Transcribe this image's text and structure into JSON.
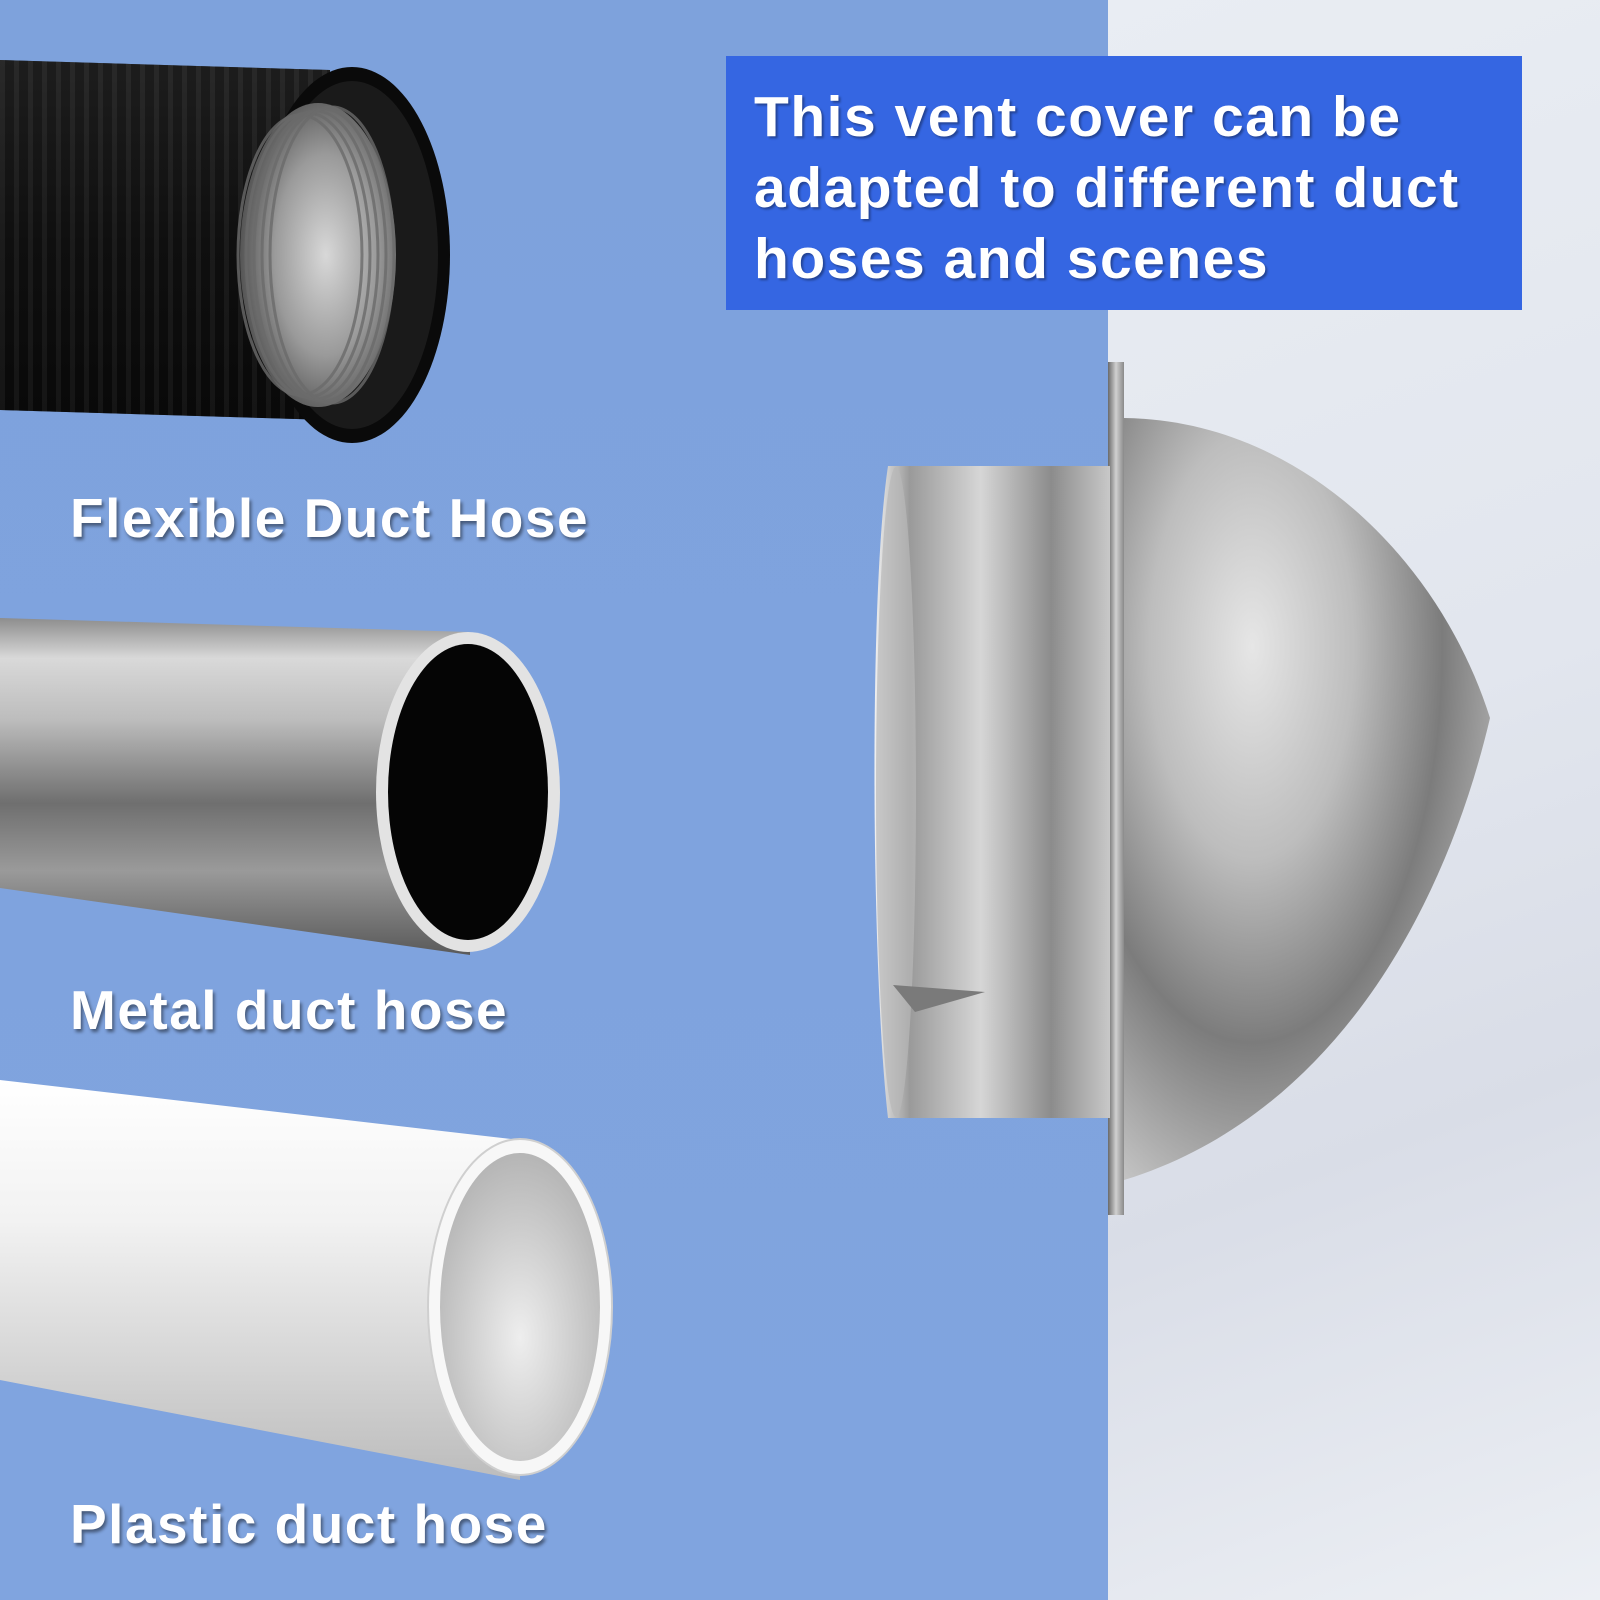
{
  "headline": {
    "lines": [
      "This vent cover can be",
      "adapted to different duct",
      "hoses and scenes"
    ]
  },
  "hoses": [
    {
      "label": "Flexible Duct Hose"
    },
    {
      "label": "Metal duct hose"
    },
    {
      "label": "Plastic duct hose"
    }
  ],
  "colors": {
    "background_left": "#7fa3de",
    "background_right": "#e4e8ef",
    "headline_box": "#3566e2",
    "text": "#ffffff"
  }
}
